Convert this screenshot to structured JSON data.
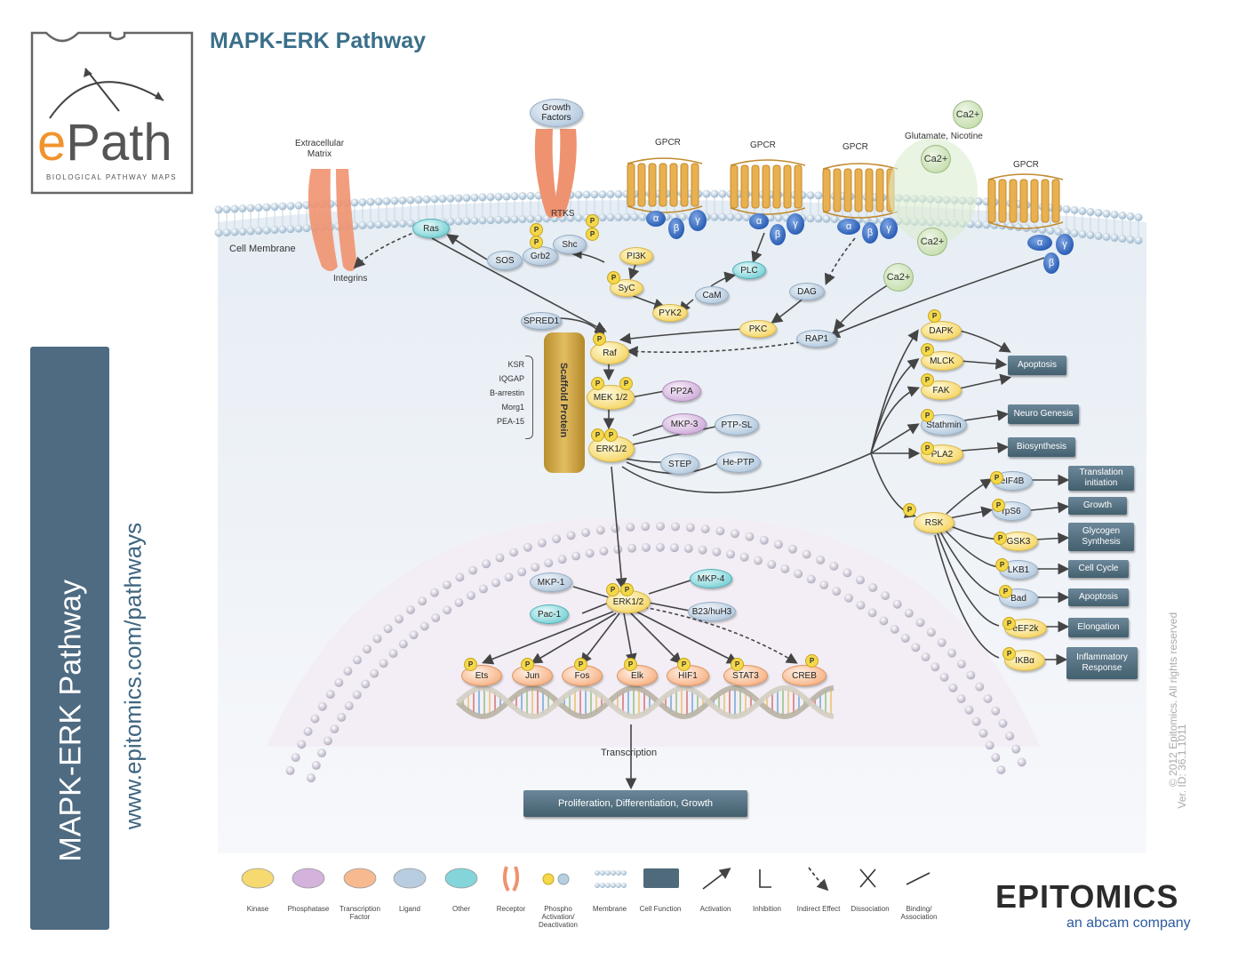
{
  "header": {
    "title": "MAPK-ERK Pathway"
  },
  "logo": {
    "wordmark": "ePath",
    "tagline": "BIOLOGICAL PATHWAY MAPS"
  },
  "side": {
    "title": "MAPK-ERK Pathway",
    "url": "www.epitomics.com/pathways"
  },
  "copyright": {
    "line1": "© 2012 Epitomics. All rights reserved",
    "line2": "Ver. ID: 36.1.1011"
  },
  "brand": {
    "name": "EPITOMICS",
    "sub": "an abcam company"
  },
  "labels": {
    "extracellular_matrix": "Extracellular\nMatrix",
    "growth_factors": "Growth\nFactors",
    "rtks": "RTKS",
    "integrins": "Integrins",
    "cell_membrane": "Cell Membrane",
    "gpcr": "GPCR",
    "glutamate": "Glutamate, Nicotine",
    "scaffold": "Scaffold Protein",
    "scaffold_list": [
      "KSR",
      "IQGAP",
      "B-arrestin",
      "Morg1",
      "PEA-15"
    ],
    "transcription": "Transcription",
    "ca": "Ca2+"
  },
  "nodes": {
    "ras": "Ras",
    "sos": "SOS",
    "grb2": "Grb2",
    "shc": "Shc",
    "pi3k": "PI3K",
    "syc": "SyC",
    "plc": "PLC",
    "cam": "CaM",
    "pyk2": "PYK2",
    "dag": "DAG",
    "pkc": "PKC",
    "rap1": "RAP1",
    "spred1": "SPRED1",
    "raf": "Raf",
    "mek": "MEK 1/2",
    "pp2a": "PP2A",
    "mkp3": "MKP-3",
    "ptpsl": "PTP-SL",
    "erk": "ERK1/2",
    "step": "STEP",
    "heptp": "He-PTP",
    "mkp1": "MKP-1",
    "pac1": "Pac-1",
    "mkp4": "MKP-4",
    "b23": "B23/huH3",
    "erk_nuc": "ERK1/2",
    "ets": "Ets",
    "jun": "Jun",
    "fos": "Fos",
    "elk": "Elk",
    "hif1": "HIF1",
    "stat3": "STAT3",
    "creb": "CREB",
    "dapk": "DAPK",
    "mlck": "MLCK",
    "fak": "FAK",
    "stathmin": "Stathmin",
    "pla2": "PLA2",
    "rsk": "RSK",
    "eif4b": "eIF4B",
    "rps6": "rpS6",
    "gsk3": "GSK3",
    "lkb1": "LKB1",
    "bad": "Bad",
    "eef2k": "eEF2k",
    "ikba": "IKBα",
    "alpha": "α",
    "beta": "β",
    "gamma": "γ",
    "p": "P"
  },
  "outcomes": {
    "apoptosis1": "Apoptosis",
    "neuro": "Neuro Genesis",
    "biosynthesis": "Biosynthesis",
    "translation": "Translation\ninitiation",
    "growth": "Growth",
    "glycogen": "Glycogen\nSynthesis",
    "cellcycle": "Cell Cycle",
    "apoptosis2": "Apoptosis",
    "elongation": "Elongation",
    "inflammatory": "Inflammatory\nResponse",
    "proliferation": "Proliferation, Differentiation, Growth"
  },
  "legend": [
    "Kinase",
    "Phosphatase",
    "Transcription\nFactor",
    "Ligand",
    "Other",
    "Receptor",
    "Phospho\nActivation/\nDeactivation",
    "Membrane",
    "Cell Function",
    "Activation",
    "Inhibition",
    "Indirect Effect",
    "Dissociation",
    "Binding/\nAssociation"
  ]
}
